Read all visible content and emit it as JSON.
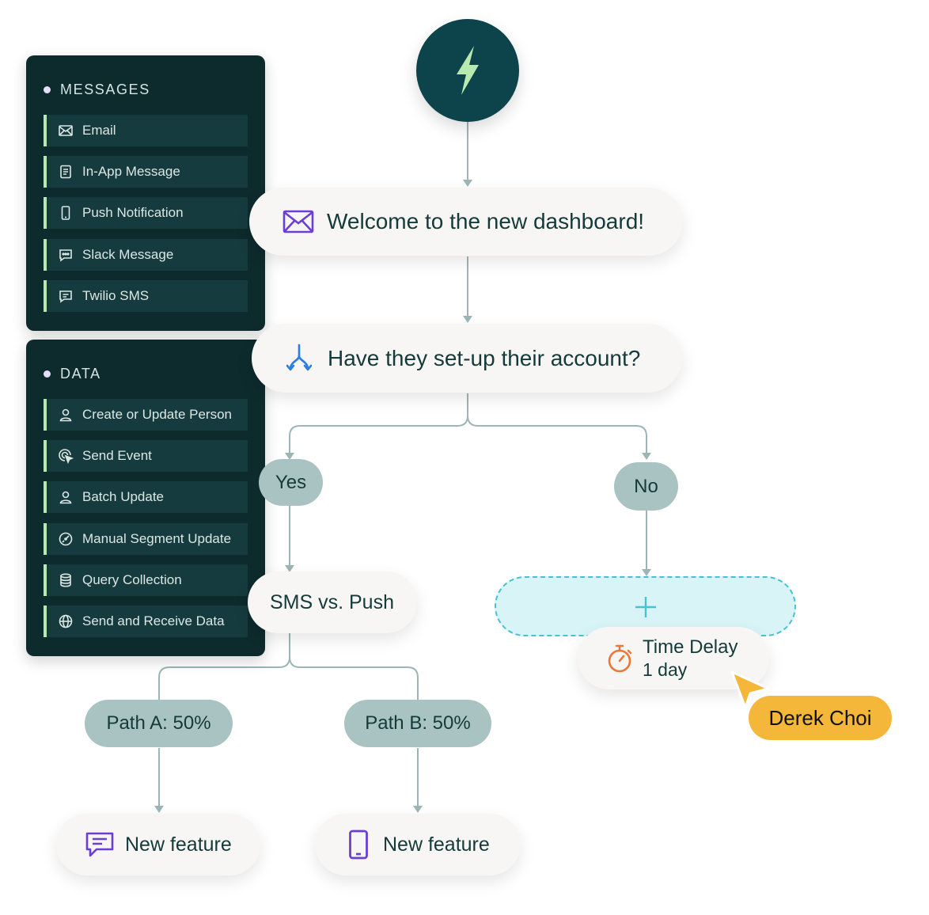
{
  "palette": {
    "panel_bg": "#0d2a2d",
    "item_bg": "#163b3e",
    "item_accent": "#b8eab0",
    "trigger_bg": "#0d434a",
    "bolt": "#b8eab0",
    "branch_pill": "#a9c2c2",
    "node_bg": "#f7f6f4",
    "email_icon": "#6b3fd6",
    "split_icon": "#2a7de1",
    "timer_icon": "#e8793d",
    "dropzone_bg": "#d9f4f7",
    "dropzone_border": "#47c2d2",
    "cursor": "#f4b73a"
  },
  "sidebar": {
    "messages": {
      "heading": "MESSAGES",
      "items": [
        {
          "label": "Email",
          "icon": "envelope-icon"
        },
        {
          "label": "In-App Message",
          "icon": "document-icon"
        },
        {
          "label": "Push Notification",
          "icon": "phone-icon"
        },
        {
          "label": "Slack Message",
          "icon": "chat-bubble-icon"
        },
        {
          "label": "Twilio SMS",
          "icon": "sms-icon"
        }
      ]
    },
    "data": {
      "heading": "DATA",
      "items": [
        {
          "label": "Create or Update Person",
          "icon": "person-icon"
        },
        {
          "label": "Send Event",
          "icon": "cursor-click-icon"
        },
        {
          "label": "Batch Update",
          "icon": "person-icon"
        },
        {
          "label": "Manual Segment Update",
          "icon": "segment-icon"
        },
        {
          "label": "Query Collection",
          "icon": "database-icon"
        },
        {
          "label": "Send and Receive Data",
          "icon": "globe-icon"
        }
      ]
    }
  },
  "workflow": {
    "trigger_icon": "lightning-bolt-icon",
    "email_node": {
      "label": "Welcome to the new dashboard!",
      "icon": "envelope-icon"
    },
    "branch_node": {
      "label": "Have they set-up their account?",
      "icon": "split-arrows-icon"
    },
    "yes_label": "Yes",
    "no_label": "No",
    "split_node": {
      "label": "SMS vs. Push"
    },
    "path_a": "Path A: 50%",
    "path_b": "Path B: 50%",
    "leaf_sms": {
      "label": "New feature",
      "icon": "sms-icon"
    },
    "leaf_push": {
      "label": "New feature",
      "icon": "phone-icon"
    },
    "add_icon": "plus-icon",
    "delay_node": {
      "title": "Time Delay",
      "subtitle": "1 day",
      "icon": "stopwatch-icon"
    },
    "collaborator": "Derek Choi"
  }
}
